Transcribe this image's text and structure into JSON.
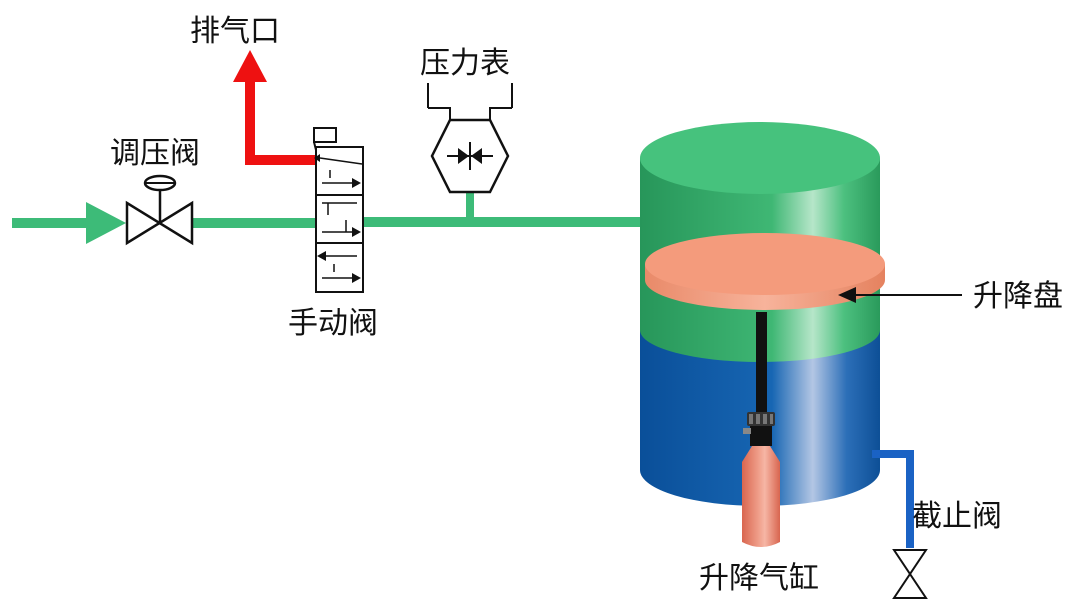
{
  "labels": {
    "pressure_regulator": "调压阀",
    "exhaust_port": "排气口",
    "pressure_gauge": "压力表",
    "manual_valve": "手动阀",
    "lift_plate": "升降盘",
    "lift_cylinder": "升降气缸",
    "stop_valve": "截止阀"
  },
  "colors": {
    "air_line": "#3dbb78",
    "exhaust_line": "#ee1111",
    "drain_line": "#1a62c4",
    "tank_upper": "#2fa660",
    "tank_top": "#46c27d",
    "tank_lower": "#0d56a3",
    "lift_plate": "#f49b7c",
    "cylinder": "#e8806a",
    "symbol_stroke": "#111111"
  }
}
